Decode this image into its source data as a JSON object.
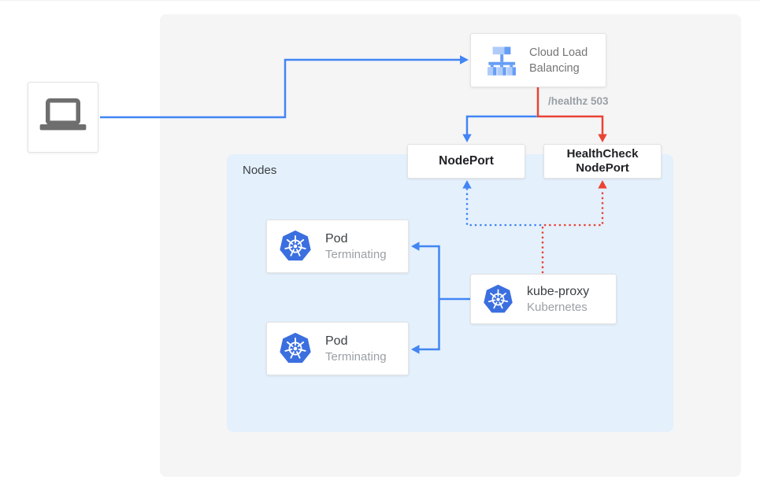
{
  "colors": {
    "blue": "#4285F4",
    "red": "#EA4335",
    "panel_bg": "#F5F5F6",
    "nodes_bg": "#E4F0FC",
    "box_border": "#E3E3E3",
    "text_dark": "#202124",
    "text_medium": "#3C4043",
    "text_gray": "#757575",
    "text_light_gray": "#9AA0A6",
    "k8s_blue": "#3B6FE0",
    "lb_icon_light": "#AECBFA",
    "lb_icon_medium": "#669DF6",
    "laptop_gray": "#6E6E6E"
  },
  "diagram": {
    "client": {
      "icon": "laptop-icon"
    },
    "cloud_load_balancing": {
      "label": "Cloud Load Balancing",
      "icon": "load-balancer-icon"
    },
    "healthz_label": "/healthz 503",
    "nodeport": {
      "label": "NodePort"
    },
    "healthcheck_nodeport": {
      "label": "HealthCheck NodePort"
    },
    "nodes_group": {
      "label": "Nodes"
    },
    "pod_1": {
      "title": "Pod",
      "status": "Terminating",
      "icon": "kubernetes-icon"
    },
    "pod_2": {
      "title": "Pod",
      "status": "Terminating",
      "icon": "kubernetes-icon"
    },
    "kube_proxy": {
      "title": "kube-proxy",
      "subtitle": "Kubernetes",
      "icon": "kubernetes-icon"
    }
  }
}
